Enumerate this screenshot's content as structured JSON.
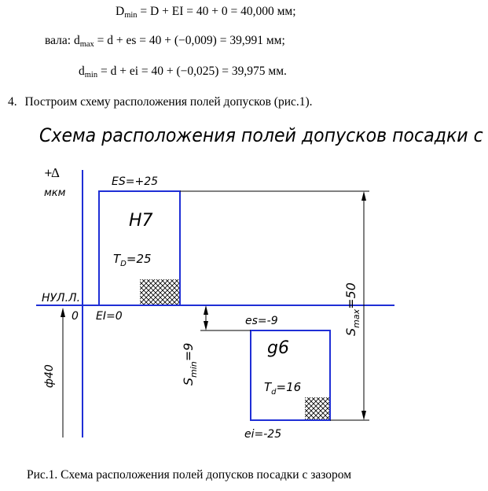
{
  "formulas": {
    "dmin_hole": {
      "pre": "D",
      "sub": "min",
      "post": " = D + EI = 40 + 0 = 40,000 мм;"
    },
    "shaft_dmax": {
      "lead": "вала: ",
      "pre": "d",
      "sub": "max",
      "post": " = d + es = 40 + (−0,009) = 39,991 мм;"
    },
    "shaft_dmin": {
      "pre": "d",
      "sub": "min",
      "post": " = d + ei = 40 + (−0,025) = 39,975 мм."
    }
  },
  "step4": {
    "number": "4.",
    "text": "Построим схему расположения полей допусков (рис.1)."
  },
  "diagram": {
    "title": "Схема расположения полей допусков посадки с зазором",
    "axis_plus": "+",
    "axis_delta": "Δ",
    "axis_unit": "мкм",
    "zero_line_label": "НУЛ.Л.",
    "zero_label": "0",
    "diameter_label": "ф40",
    "hole": {
      "name": "H7",
      "es_label": "ES=+25",
      "ei_label": "EI=0",
      "tol_base": "T",
      "tol_sub": "D",
      "tol_post": "=25"
    },
    "shaft": {
      "name": "g6",
      "es_label": "es=-9",
      "ei_label": "ei=-25",
      "tol_base": "T",
      "tol_sub": "d",
      "tol_post": "=16"
    },
    "smax": {
      "base": "S",
      "sub": "max",
      "post": "=50"
    },
    "smin": {
      "base": "S",
      "sub": "min",
      "post": "=9"
    }
  },
  "caption": "Рис.1. Схема расположения полей допусков посадки с зазором",
  "colors": {
    "zone": "#1f2fd6",
    "lines": "#000000"
  }
}
